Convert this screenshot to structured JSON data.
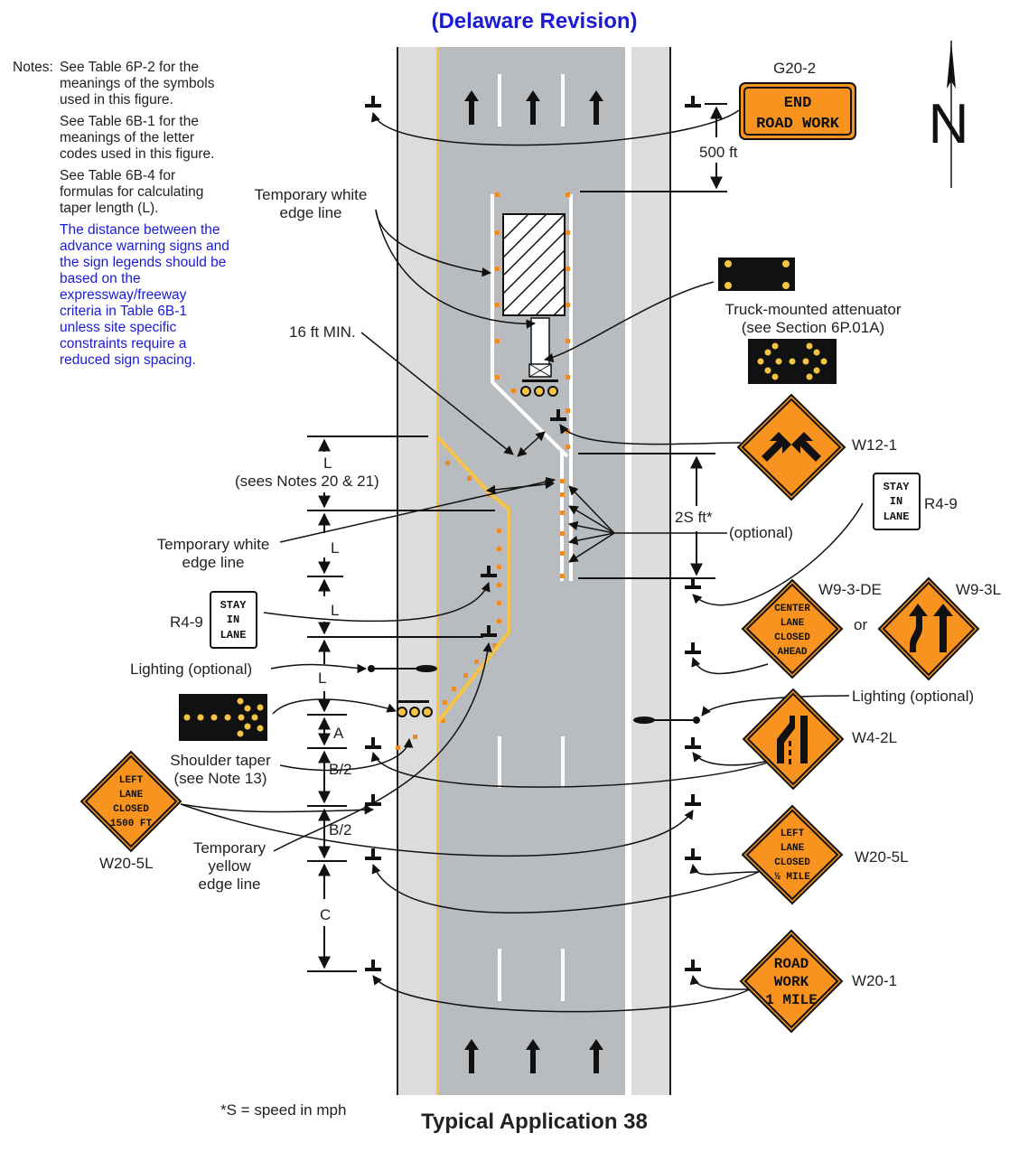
{
  "header": {
    "title": "(Delaware Revision)"
  },
  "footer": {
    "title": "Typical Application 38",
    "note": "*S = speed in mph"
  },
  "notes": {
    "heading": "Notes:",
    "items": [
      "See Table 6P-2 for the meanings of the symbols used in this figure.",
      "See Table 6B-1 for the meanings of the letter codes used in this figure.",
      "See Table 6B-4 for formulas for calculating taper length (L)."
    ],
    "blue_item": "The distance between the advance warning signs and the sign legends should be based on the expressway/freeway criteria in Table 6B-1 unless site specific constraints require a reduced sign spacing."
  },
  "labels": {
    "temp_white_edge_1": "Temporary white",
    "temp_white_edge_1b": "edge line",
    "temp_white_edge_2": "Temporary white",
    "temp_white_edge_2b": "edge line",
    "sixteen_ft": "16 ft MIN.",
    "truck_attenuator": "Truck-mounted attenuator",
    "truck_attenuator_b": "(see Section 6P.01A)",
    "five_hundred": "500 ft",
    "L1": "L",
    "L1_note": "(sees Notes 20 & 21)",
    "L2": "L",
    "L3": "L",
    "L4": "L",
    "A": "A",
    "B1": "B/2",
    "B2": "B/2",
    "C": "C",
    "two_s": "2S ft*",
    "optional": "(optional)",
    "lighting_left": "Lighting (optional)",
    "lighting_right": "Lighting (optional)",
    "shoulder_taper": "Shoulder taper",
    "shoulder_taper_b": "(see Note 13)",
    "temp_yellow": "Temporary",
    "temp_yellow_b": "yellow",
    "temp_yellow_c": "edge line",
    "or": "or"
  },
  "signs": {
    "g20_2": {
      "code": "G20-2",
      "line1": "END",
      "line2": "ROAD WORK"
    },
    "w12_1": {
      "code": "W12-1"
    },
    "r4_9_right": {
      "code": "R4-9",
      "line1": "STAY",
      "line2": "IN",
      "line3": "LANE"
    },
    "r4_9_left": {
      "code": "R4-9",
      "line1": "STAY",
      "line2": "IN",
      "line3": "LANE"
    },
    "w9_3_de": {
      "code": "W9-3-DE",
      "line1": "CENTER",
      "line2": "LANE",
      "line3": "CLOSED",
      "line4": "AHEAD"
    },
    "w9_3l": {
      "code": "W9-3L"
    },
    "w4_2l": {
      "code": "W4-2L"
    },
    "w20_5l_right": {
      "code": "W20-5L",
      "line1": "LEFT",
      "line2": "LANE",
      "line3": "CLOSED",
      "line4": "½ MILE"
    },
    "w20_5l_left": {
      "code": "W20-5L",
      "line1": "LEFT",
      "line2": "LANE",
      "line3": "CLOSED",
      "line4": "1500 FT"
    },
    "w20_1": {
      "code": "W20-1",
      "line1": "ROAD",
      "line2": "WORK",
      "line3": "1 MILE"
    }
  },
  "compass": {
    "letter": "N"
  },
  "colors": {
    "sign_orange": "#f7931e",
    "road_gray": "#b9bcbf",
    "shoulder_gray": "#dcdcdc",
    "yellow_line": "#f6c343",
    "channelizer": "#f08a24",
    "header_blue": "#1b1bd6"
  }
}
